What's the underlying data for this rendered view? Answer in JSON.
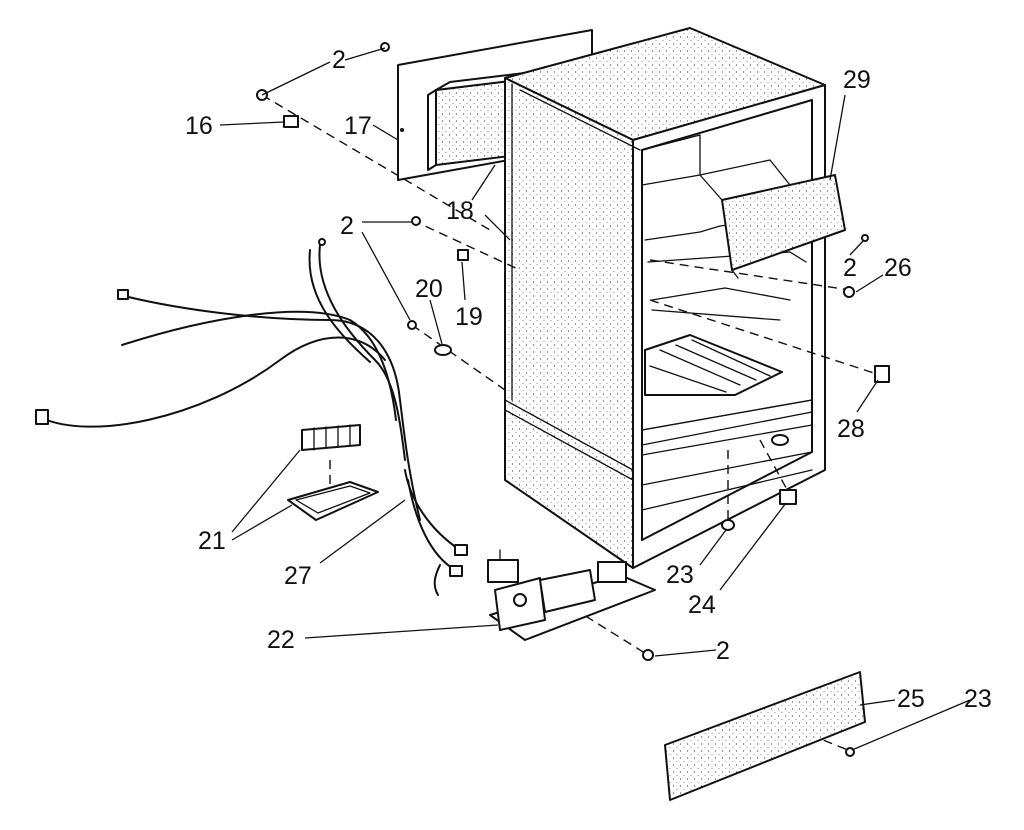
{
  "diagram": {
    "callouts": {
      "c2_top": "2",
      "c16": "16",
      "c17": "17",
      "c18": "18",
      "c2_mid": "2",
      "c19": "19",
      "c20": "20",
      "c29": "29",
      "c2_right": "2",
      "c26": "26",
      "c28": "28",
      "c21": "21",
      "c27": "27",
      "c22": "22",
      "c23_base": "23",
      "c24": "24",
      "c2_bottom": "2",
      "c25": "25",
      "c23_panel": "23"
    }
  }
}
